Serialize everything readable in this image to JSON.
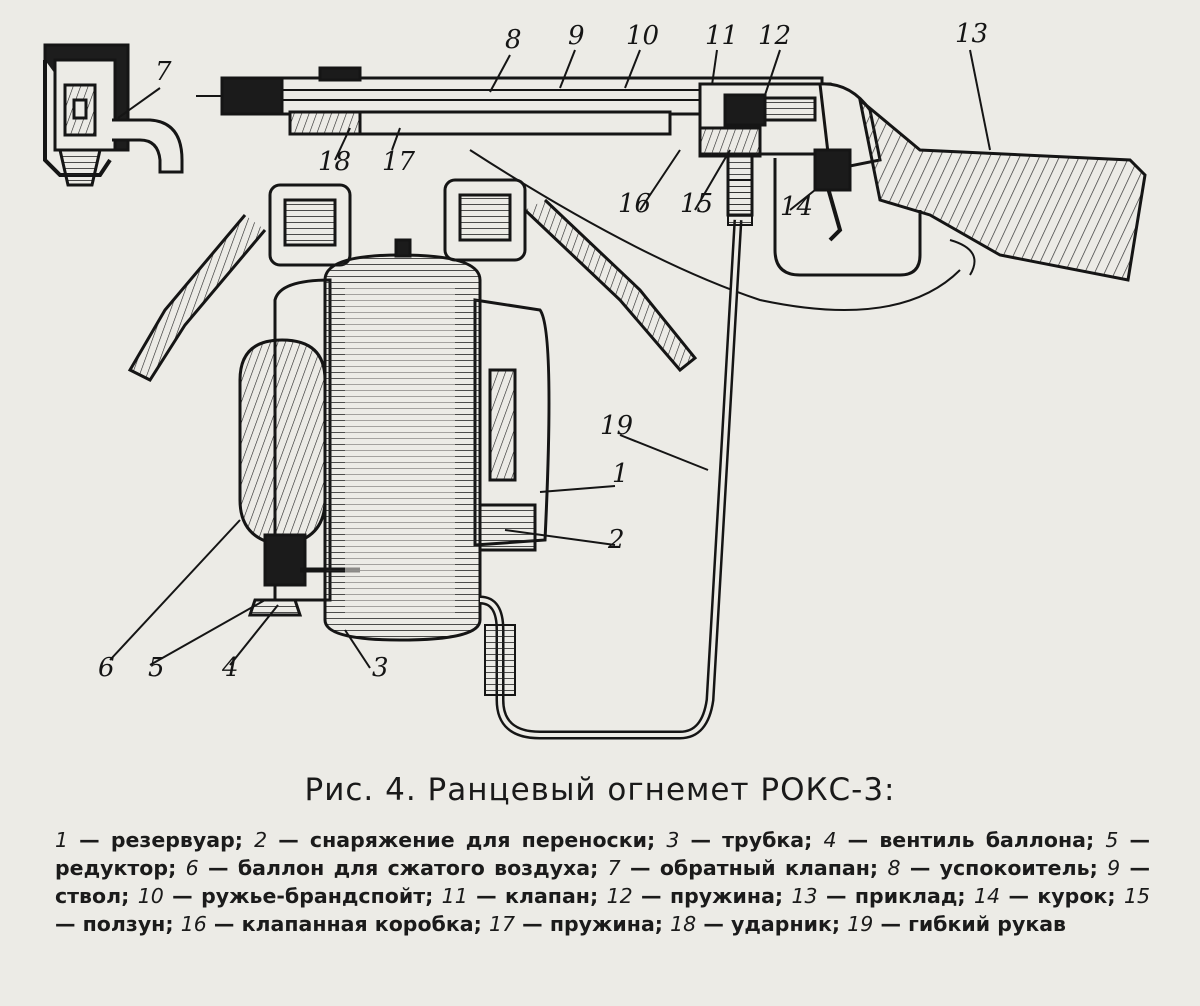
{
  "figure": {
    "title": "Рис. 4. Ранцевый огнемет РОКС-3:",
    "legend": [
      {
        "num": "1",
        "text": "резервуар"
      },
      {
        "num": "2",
        "text": "снаряжение для переноски"
      },
      {
        "num": "3",
        "text": "трубка"
      },
      {
        "num": "4",
        "text": "вентиль баллона"
      },
      {
        "num": "5",
        "text": "редуктор"
      },
      {
        "num": "6",
        "text": "баллон для сжатого воздуха"
      },
      {
        "num": "7",
        "text": "обратный клапан"
      },
      {
        "num": "8",
        "text": "успокоитель"
      },
      {
        "num": "9",
        "text": "ствол"
      },
      {
        "num": "10",
        "text": "ружье-брандспойт"
      },
      {
        "num": "11",
        "text": "клапан"
      },
      {
        "num": "12",
        "text": "пружина"
      },
      {
        "num": "13",
        "text": "приклад"
      },
      {
        "num": "14",
        "text": "курок"
      },
      {
        "num": "15",
        "text": "ползун"
      },
      {
        "num": "16",
        "text": "клапанная коробка"
      },
      {
        "num": "17",
        "text": "пружина"
      },
      {
        "num": "18",
        "text": "ударник"
      },
      {
        "num": "19",
        "text": "гибкий рукав"
      }
    ]
  },
  "callouts": {
    "c1": "1",
    "c2": "2",
    "c3": "3",
    "c4": "4",
    "c5": "5",
    "c6": "6",
    "c7": "7",
    "c8": "8",
    "c9": "9",
    "c10": "10",
    "c11": "11",
    "c12": "12",
    "c13": "13",
    "c14": "14",
    "c15": "15",
    "c16": "16",
    "c17": "17",
    "c18": "18",
    "c19": "19"
  },
  "colors": {
    "ink": "#161616",
    "paper": "#ecebe6"
  }
}
